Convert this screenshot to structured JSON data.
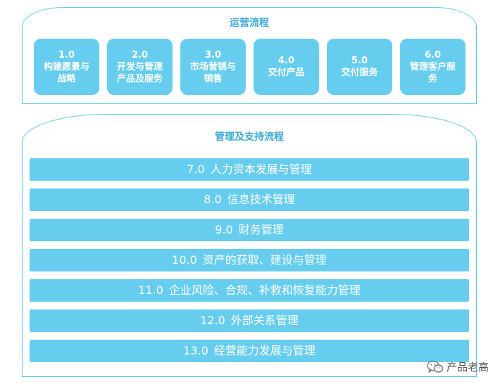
{
  "operations": {
    "title": "运营流程",
    "boxes": [
      {
        "number": "1.0",
        "label": "构建愿景与\n战略"
      },
      {
        "number": "2.0",
        "label": "开发与管理\n产品及服务"
      },
      {
        "number": "3.0",
        "label": "市场营销与\n销售"
      },
      {
        "number": "4.0",
        "label": "交付产品"
      },
      {
        "number": "5.0",
        "label": "交付服务"
      },
      {
        "number": "6.0",
        "label": "管理客户服\n务"
      }
    ]
  },
  "support": {
    "title": "管理及支持流程",
    "bars": [
      {
        "number": "7.0",
        "label": "人力资本发展与管理"
      },
      {
        "number": "8.0",
        "label": "信息技术管理"
      },
      {
        "number": "9.0",
        "label": "财务管理"
      },
      {
        "number": "10.0",
        "label": "资产的获取、建设与管理"
      },
      {
        "number": "11.0",
        "label": "企业风险、合规、补救和恢复能力管理"
      },
      {
        "number": "12.0",
        "label": "外部关系管理"
      },
      {
        "number": "13.0",
        "label": "经营能力发展与管理"
      }
    ]
  },
  "watermark": {
    "text": "产品老高",
    "icon": "wechat-icon"
  }
}
